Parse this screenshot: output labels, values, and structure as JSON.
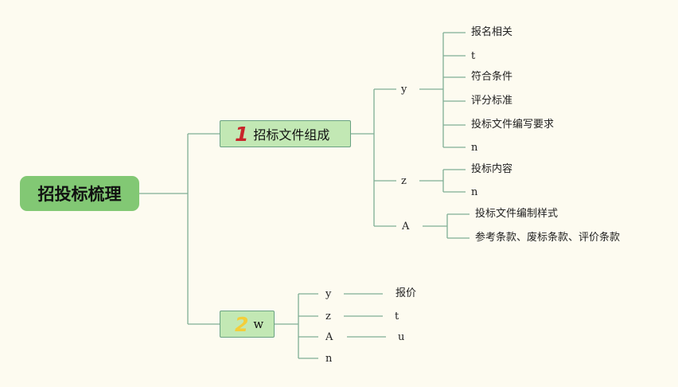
{
  "root": {
    "label": "招投标梳理"
  },
  "branch1": {
    "number": "1",
    "label": "招标文件组成",
    "groups": [
      {
        "label": "y",
        "items": [
          "报名相关",
          "t",
          "符合条件",
          "评分标准",
          "投标文件编写要求",
          "n"
        ]
      },
      {
        "label": "z",
        "items": [
          "投标内容",
          "n"
        ]
      },
      {
        "label": "A",
        "items": [
          "投标文件编制样式",
          "参考条款、废标条款、评价条款"
        ]
      }
    ]
  },
  "branch2": {
    "number": "2",
    "label": "w",
    "items": [
      {
        "label": "y",
        "child": "报价"
      },
      {
        "label": "z",
        "child": "t"
      },
      {
        "label": "A",
        "child": "u"
      },
      {
        "label": "n"
      }
    ]
  },
  "colors": {
    "background": "#fdfbf0",
    "root_fill": "#82c874",
    "branch_fill": "#c2e8b4",
    "connector": "#7fae95",
    "number_1": "#c8262b",
    "number_2": "#f3ce3a"
  }
}
